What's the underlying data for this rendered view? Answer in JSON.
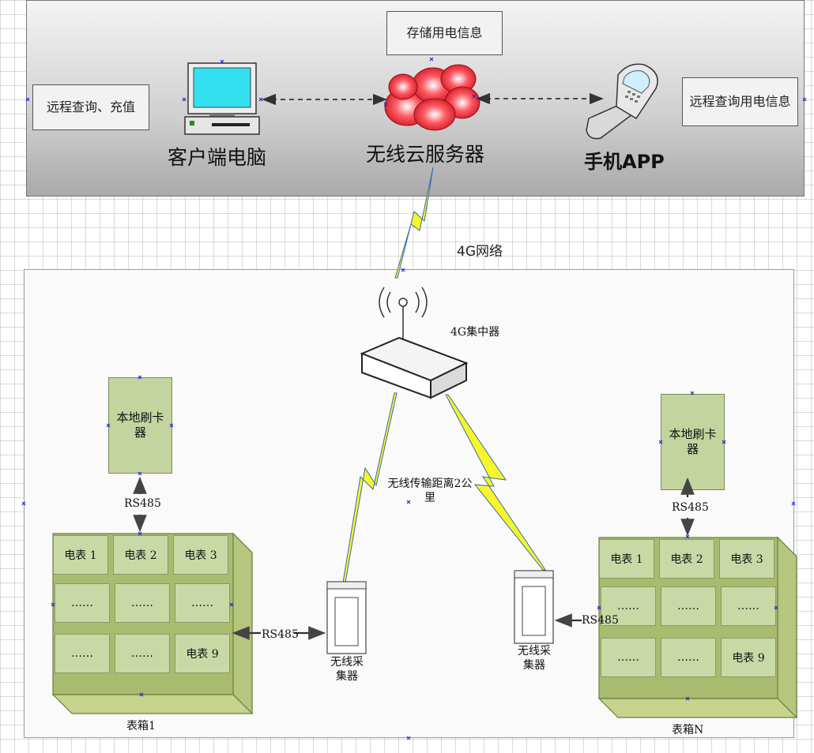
{
  "top": {
    "storage_box": "存储用电信息",
    "remote_recharge_box": "远程查询、充值",
    "remote_query_box": "远程查询用电信息",
    "client_pc_label": "客户端电脑",
    "cloud_label": "无线云服务器",
    "phone_label": "手机APP"
  },
  "network_label": "4G网络",
  "concentrator_label": "4G集中器",
  "wireless_distance_label": "无线传输距离2公里",
  "left_box": {
    "card_reader": "本地刷卡器",
    "rs485_top": "RS485",
    "rs485_side": "RS485",
    "meters": [
      "电表 1",
      "电表 2",
      "电表 3",
      "……",
      "……",
      "……",
      "……",
      "……",
      "电表 9"
    ],
    "caption": "表箱1"
  },
  "right_box": {
    "card_reader": "本地刷卡器",
    "rs485_top": "RS485",
    "rs485_side": "RS485",
    "meters": [
      "电表 1",
      "电表 2",
      "电表 3",
      "……",
      "……",
      "……",
      "……",
      "……",
      "电表 9"
    ],
    "caption": "表箱N"
  },
  "collector_left": "无线采集器",
  "collector_right": "无线采集器",
  "colors": {
    "meter_green": "#c9d9a6",
    "box_green": "#a9bb6e",
    "cloud_red": "#e8202a",
    "lightning_yellow": "#f6f62a",
    "screen_cyan": "#32e0f0"
  }
}
